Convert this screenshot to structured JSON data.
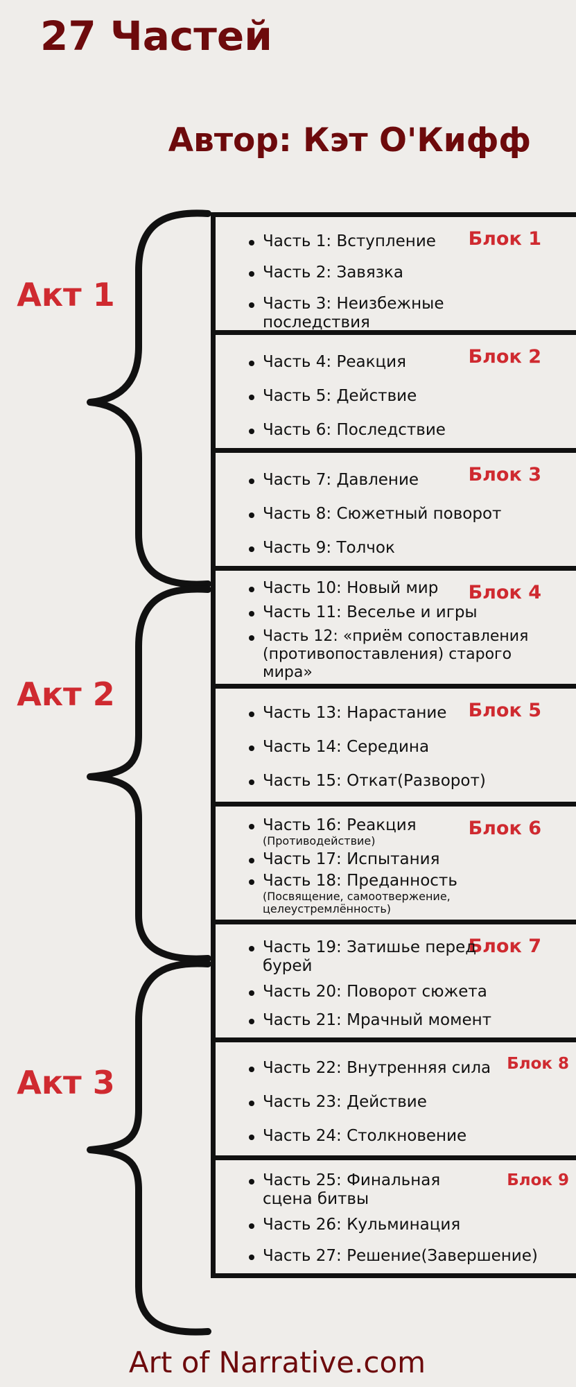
{
  "title": "27 Частей",
  "author": "Автор: Кэт О'Кифф",
  "acts": [
    {
      "label": "Акт 1"
    },
    {
      "label": "Акт 2"
    },
    {
      "label": "Акт 3"
    }
  ],
  "blocks": [
    {
      "label": "Блок 1",
      "items": [
        {
          "text": "Часть 1: Вступление"
        },
        {
          "text": "Часть 2: Завязка"
        },
        {
          "text": "Часть 3: Неизбежные последствия"
        }
      ]
    },
    {
      "label": "Блок 2",
      "items": [
        {
          "text": "Часть 4: Реакция"
        },
        {
          "text": "Часть 5: Действие"
        },
        {
          "text": "Часть 6: Последствие"
        }
      ]
    },
    {
      "label": "Блок 3",
      "items": [
        {
          "text": "Часть 7: Давление"
        },
        {
          "text": "Часть 8: Сюжетный поворот"
        },
        {
          "text": "Часть 9: Толчок"
        }
      ]
    },
    {
      "label": "Блок 4",
      "items": [
        {
          "text": "Часть 10: Новый мир"
        },
        {
          "text": "Часть 11: Веселье и игры"
        },
        {
          "text": "Часть 12: «приём сопоставления (противопоставления) старого мира»"
        }
      ]
    },
    {
      "label": "Блок 5",
      "items": [
        {
          "text": "Часть 13: Нарастание"
        },
        {
          "text": "Часть 14: Середина"
        },
        {
          "text": "Часть 15: Откат(Разворот)"
        }
      ]
    },
    {
      "label": "Блок 6",
      "items": [
        {
          "text": "Часть 16: Реакция",
          "note": "(Противодействие)"
        },
        {
          "text": "Часть 17: Испытания"
        },
        {
          "text": "Часть 18: Преданность",
          "note": "(Посвящение, самоотвержение, целеустремлённость)"
        }
      ]
    },
    {
      "label": "Блок 7",
      "items": [
        {
          "text": "Часть 19: Затишье перед бурей"
        },
        {
          "text": "Часть 20: Поворот сюжета"
        },
        {
          "text": "Часть 21: Мрачный момент"
        }
      ]
    },
    {
      "label": "Блок 8",
      "items": [
        {
          "text": "Часть 22: Внутренняя сила"
        },
        {
          "text": "Часть 23: Действие"
        },
        {
          "text": "Часть 24: Столкновение"
        }
      ]
    },
    {
      "label": "Блок 9",
      "items": [
        {
          "text": "Часть 25: Финальная сцена битвы"
        },
        {
          "text": "Часть 26: Кульминация"
        },
        {
          "text": "Часть 27: Решение(Завершение)"
        }
      ]
    }
  ],
  "footer": "Art of Narrative.com"
}
